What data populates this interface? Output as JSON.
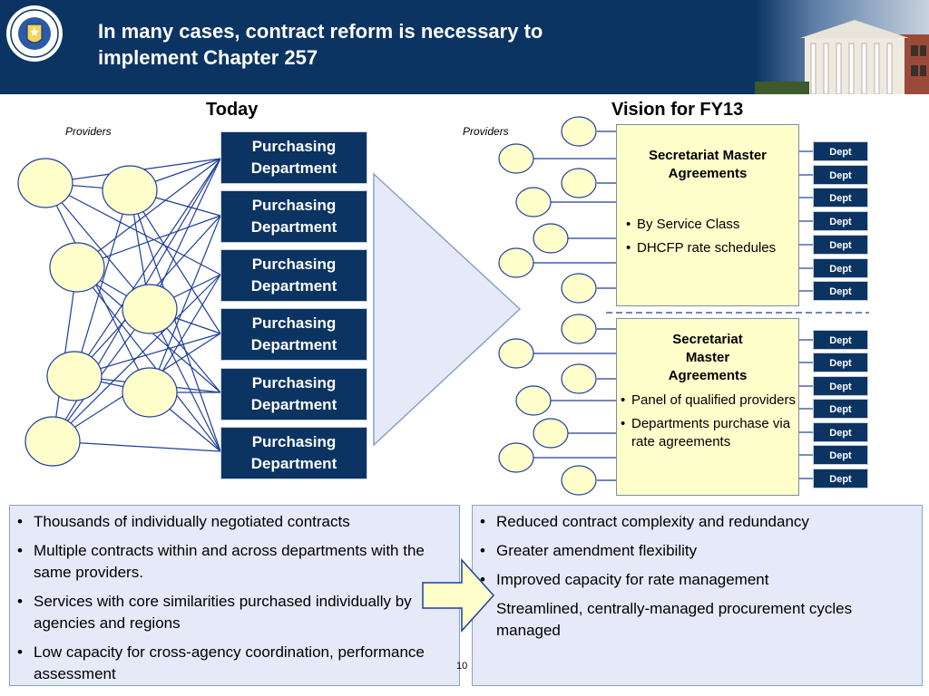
{
  "header": {
    "title_line1": "In many cases, contract reform is necessary to",
    "title_line2": "implement Chapter 257"
  },
  "today": {
    "heading": "Today",
    "providers_label": "Providers",
    "departments": [
      "Purchasing Department",
      "Purchasing Department",
      "Purchasing Department",
      "Purchasing Department",
      "Purchasing Department",
      "Purchasing Department"
    ]
  },
  "vision": {
    "heading": "Vision for FY13",
    "providers_label": "Providers",
    "top_agreement": {
      "title": "Secretariat Master Agreements",
      "bullets": [
        "By Service Class",
        "DHCFP rate schedules"
      ]
    },
    "bottom_agreement": {
      "title": "Secretariat Master Agreements",
      "bullets": [
        "Panel of qualified providers",
        "Departments purchase via rate agreements"
      ]
    },
    "dept_label": "Dept"
  },
  "left_box": {
    "bullets": [
      "Thousands of individually negotiated contracts",
      "Multiple contracts within and across departments with the same providers.",
      "Services with core similarities purchased individually by agencies and regions",
      "Low capacity for cross-agency coordination, performance assessment"
    ]
  },
  "right_box": {
    "bullets": [
      "Reduced contract complexity and redundancy",
      "Greater amendment flexibility",
      "Improved capacity for rate management",
      "Streamlined, centrally-managed procurement cycles managed"
    ]
  },
  "page_number": "10",
  "colors": {
    "navy": "#0b3462",
    "yellow": "#ffffcc",
    "lavender": "#e6e9f8"
  }
}
